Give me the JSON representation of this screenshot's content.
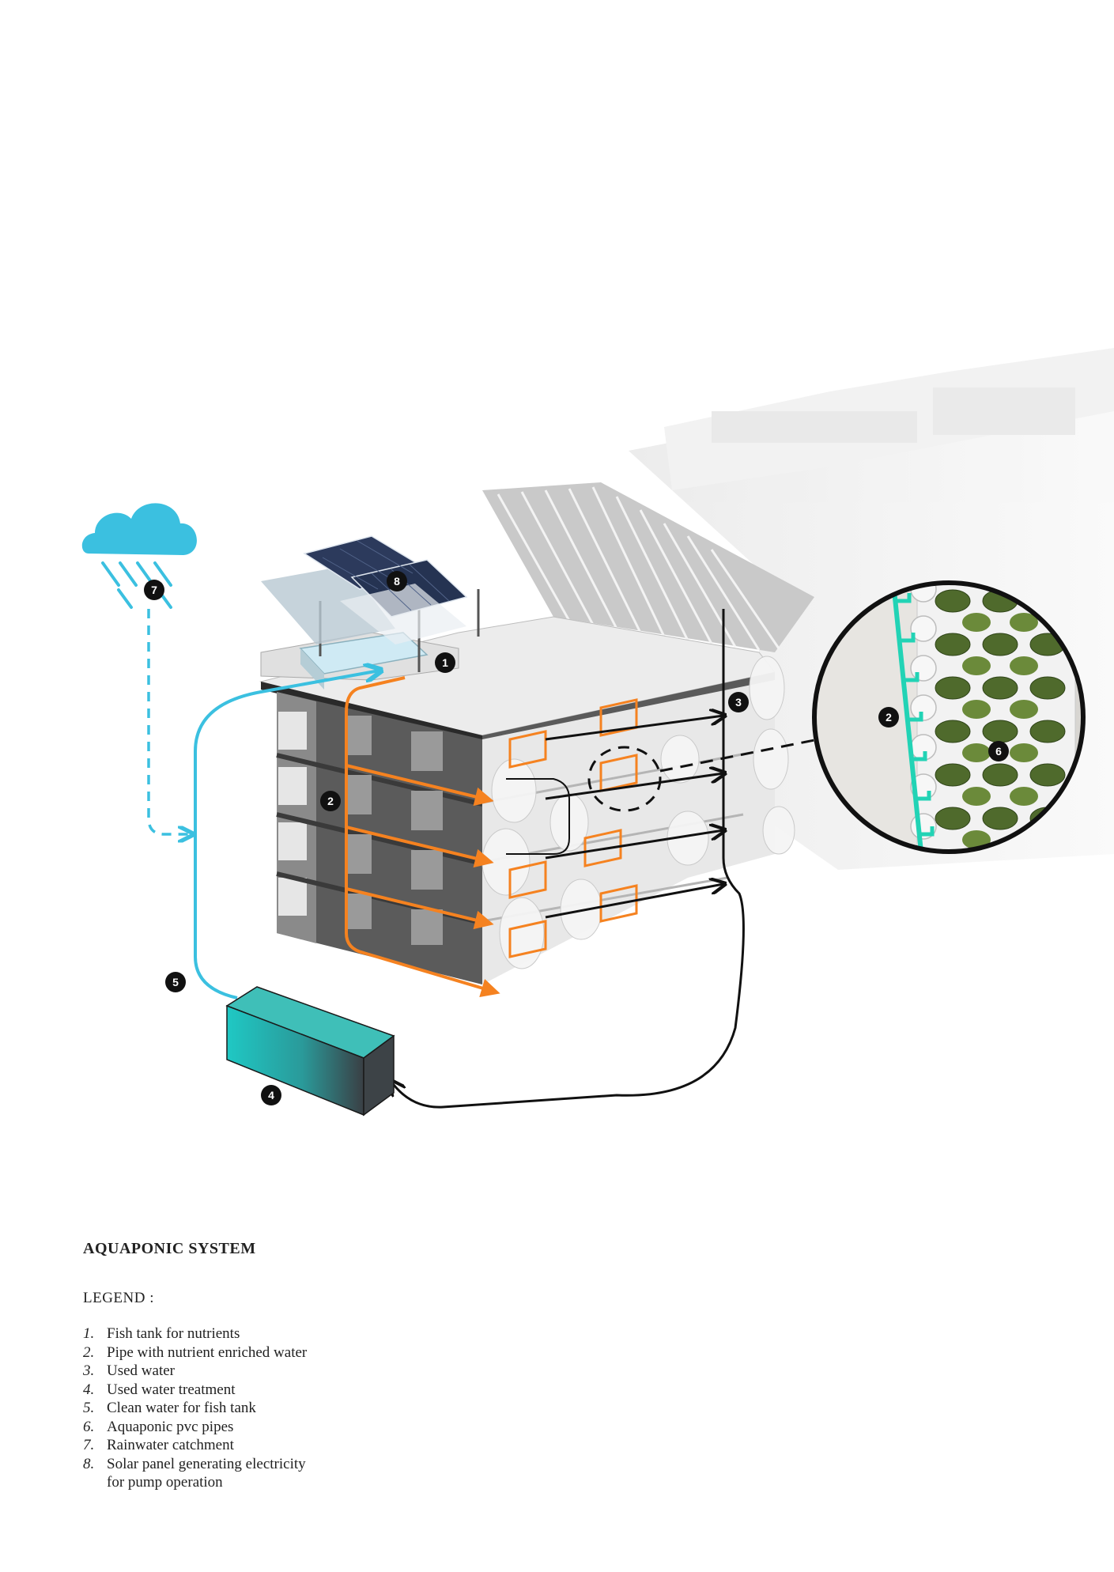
{
  "diagram": {
    "markers": [
      "1",
      "2",
      "3",
      "4",
      "5",
      "6",
      "7",
      "8"
    ],
    "colors": {
      "clean_water": "#3bc0e0",
      "nutrient_pipe": "#f58220",
      "used_water": "#111111",
      "treatment_tank": "#1fb5b0",
      "pvc_pipe": "#22d3b5",
      "plants": "#4f6a2c",
      "building": "#dcdcdc"
    }
  },
  "caption": {
    "title": "AQUAPONIC SYSTEM",
    "legend_heading": "LEGEND :",
    "items": [
      {
        "num": "1.",
        "text": "Fish tank for nutrients"
      },
      {
        "num": "2.",
        "text": "Pipe with nutrient enriched water"
      },
      {
        "num": "3.",
        "text": "Used water"
      },
      {
        "num": "4.",
        "text": "Used water treatment"
      },
      {
        "num": "5.",
        "text": "Clean water for fish tank"
      },
      {
        "num": "6.",
        "text": "Aquaponic pvc pipes"
      },
      {
        "num": "7.",
        "text": "Rainwater catchment"
      },
      {
        "num": "8.",
        "text": "Solar panel generating electricity\nfor pump operation"
      }
    ]
  }
}
